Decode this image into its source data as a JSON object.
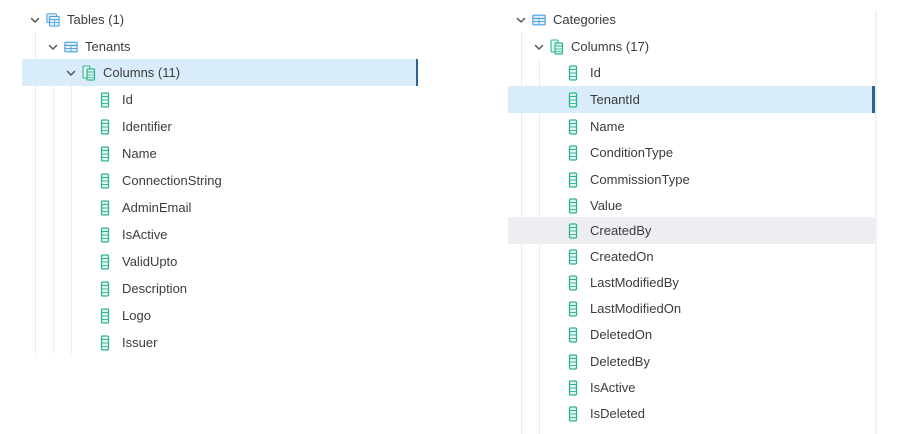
{
  "colors": {
    "selected_bg": "#d8ecfa",
    "selected_bar": "#2e6290",
    "hover_bg": "#eceef2",
    "table_icon": "#4a9fde",
    "column_icon": "#2db393",
    "text": "#3b3b3b"
  },
  "left_tree": {
    "tables_node": {
      "label": "Tables (1)",
      "icon": "tables-icon",
      "expanded": true
    },
    "table_node": {
      "label": "Tenants",
      "icon": "table-icon",
      "expanded": true
    },
    "columns_node": {
      "label": "Columns (11)",
      "icon": "columns-icon",
      "expanded": true,
      "selected": true
    },
    "columns": [
      {
        "label": "Id",
        "icon": "column-icon"
      },
      {
        "label": "Identifier",
        "icon": "column-icon"
      },
      {
        "label": "Name",
        "icon": "column-icon"
      },
      {
        "label": "ConnectionString",
        "icon": "column-icon"
      },
      {
        "label": "AdminEmail",
        "icon": "column-icon"
      },
      {
        "label": "IsActive",
        "icon": "column-icon"
      },
      {
        "label": "ValidUpto",
        "icon": "column-icon"
      },
      {
        "label": "Description",
        "icon": "column-icon"
      },
      {
        "label": "Logo",
        "icon": "column-icon"
      },
      {
        "label": "Issuer",
        "icon": "column-icon"
      }
    ]
  },
  "right_tree": {
    "table_node": {
      "label": "Categories",
      "icon": "table-icon",
      "expanded": true
    },
    "columns_node": {
      "label": "Columns (17)",
      "icon": "columns-icon",
      "expanded": true
    },
    "columns": [
      {
        "label": "Id",
        "icon": "column-icon"
      },
      {
        "label": "TenantId",
        "icon": "column-icon",
        "selected": true
      },
      {
        "label": "Name",
        "icon": "column-icon"
      },
      {
        "label": "ConditionType",
        "icon": "column-icon"
      },
      {
        "label": "CommissionType",
        "icon": "column-icon"
      },
      {
        "label": "Value",
        "icon": "column-icon"
      },
      {
        "label": "CreatedBy",
        "icon": "column-icon",
        "hovered": true
      },
      {
        "label": "CreatedOn",
        "icon": "column-icon"
      },
      {
        "label": "LastModifiedBy",
        "icon": "column-icon"
      },
      {
        "label": "LastModifiedOn",
        "icon": "column-icon"
      },
      {
        "label": "DeletedOn",
        "icon": "column-icon"
      },
      {
        "label": "DeletedBy",
        "icon": "column-icon"
      },
      {
        "label": "IsActive",
        "icon": "column-icon"
      },
      {
        "label": "IsDeleted",
        "icon": "column-icon"
      }
    ]
  }
}
